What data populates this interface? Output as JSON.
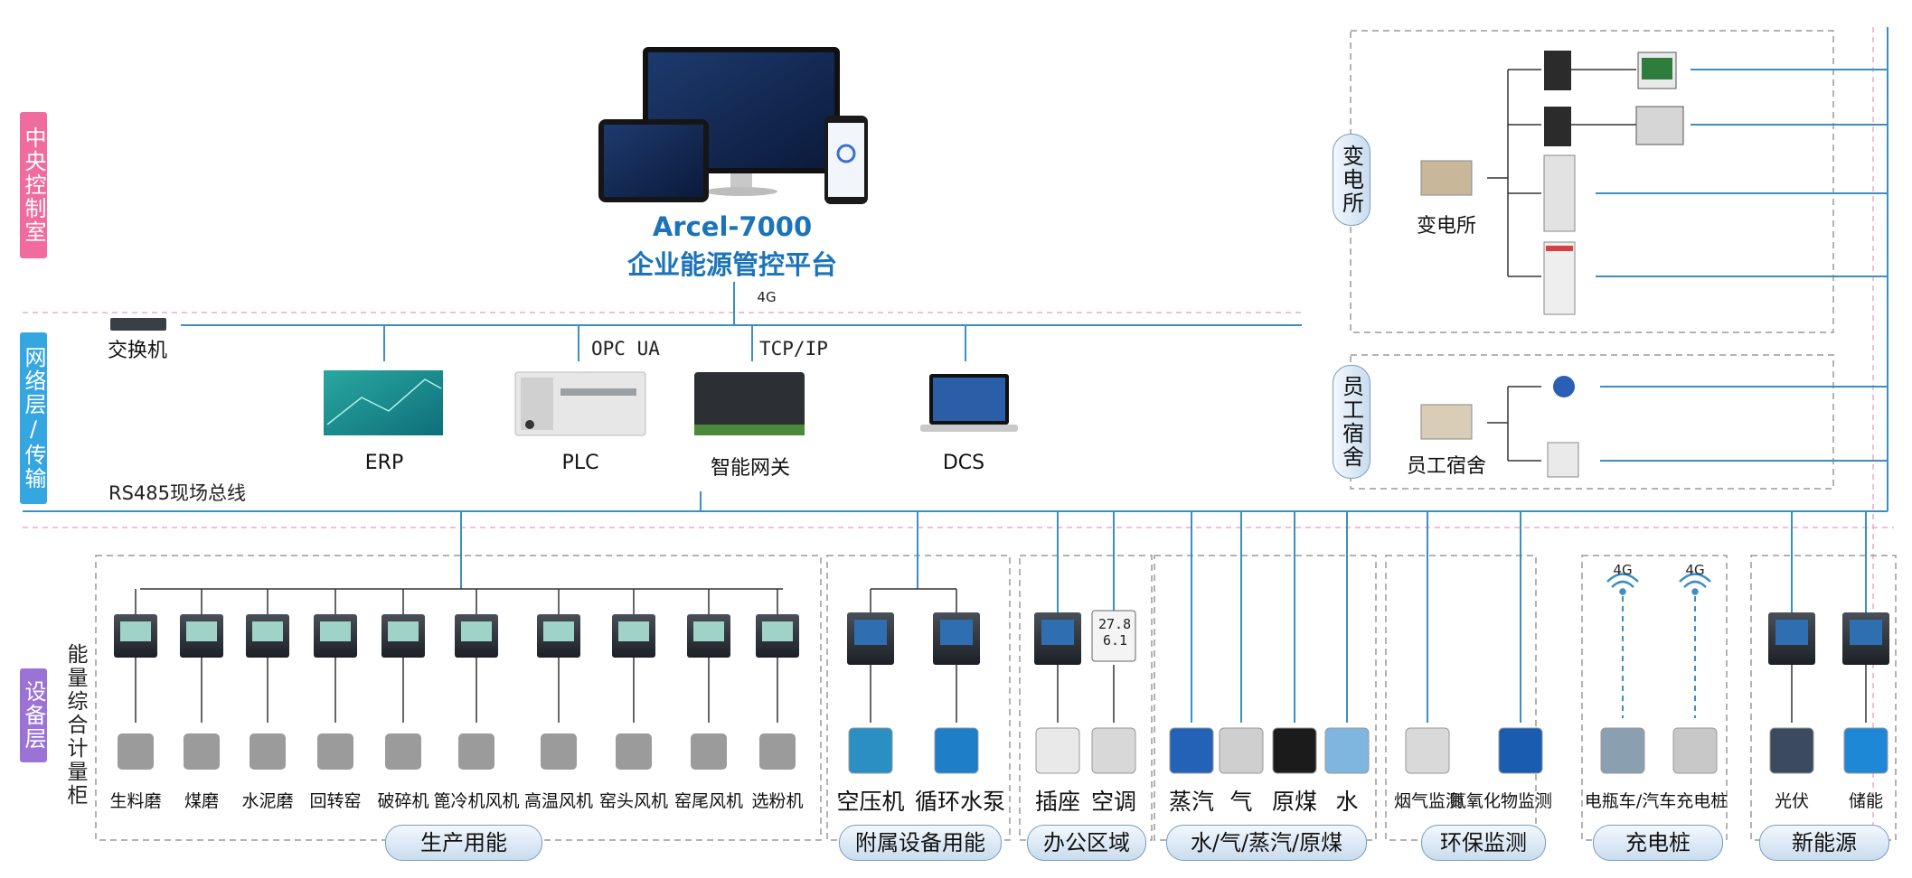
{
  "layers": {
    "central": "中央控制室",
    "network": "网络层/传输层",
    "device": "设备层"
  },
  "platform": {
    "name": "Arcel-7000",
    "subtitle": "企业能源管控平台",
    "network_4g": "4G"
  },
  "network": {
    "switch": "交换机",
    "opc_ua": "OPC UA",
    "tcp_ip": "TCP/IP",
    "erp": "ERP",
    "plc": "PLC",
    "gateway": "智能网关",
    "dcs": "DCS",
    "rs485": "RS485现场总线"
  },
  "substation": {
    "title": "变电所",
    "label": "变电所"
  },
  "dorm": {
    "title": "员工宿舍",
    "label": "员工宿舍"
  },
  "energy_cabinet": "能量综合计量柜",
  "groups": {
    "production": {
      "title": "生产用能",
      "items": [
        "生料磨",
        "煤磨",
        "水泥磨",
        "回转窑",
        "破碎机",
        "篦冷机风机",
        "高温风机",
        "窑头风机",
        "窑尾风机",
        "选粉机"
      ]
    },
    "auxiliary": {
      "title": "附属设备用能",
      "items": [
        "空压机",
        "循环水泵"
      ]
    },
    "office": {
      "title": "办公区域",
      "items": [
        "插座",
        "空调"
      ],
      "thermo_display": [
        "27.8",
        "6.1"
      ]
    },
    "utilities": {
      "title": "水/气/蒸汽/原煤",
      "items": [
        "蒸汽",
        "气",
        "原煤",
        "水"
      ]
    },
    "environment": {
      "title": "环保监测",
      "items": [
        "烟气监测",
        "氮氧化物监测"
      ]
    },
    "charging": {
      "title": "充电桩",
      "items": [
        "电瓶车/汽车充电桩"
      ],
      "signal": [
        "4G",
        "4G"
      ]
    },
    "new_energy": {
      "title": "新能源",
      "items": [
        "光伏",
        "储能"
      ]
    }
  },
  "colors": {
    "bus_line": "#3d8fc0",
    "central_tag": "#f06b9e",
    "network_tag": "#35a6e0",
    "device_tag": "#9b73d6",
    "title_blue": "#1c74b8",
    "dashed_pink": "#f0a8c8"
  }
}
